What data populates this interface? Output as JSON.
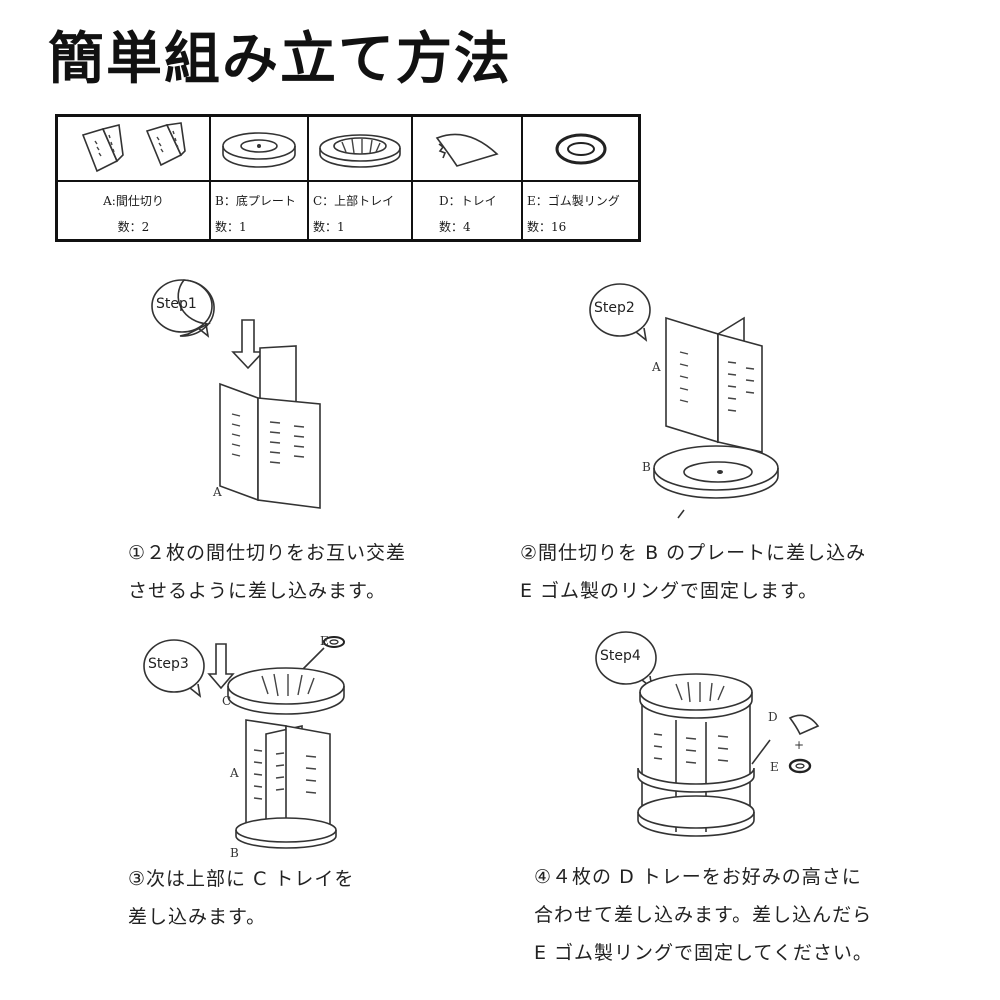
{
  "title": "簡単組み立て方法",
  "parts": [
    {
      "name": "A:間仕切り",
      "count": "数：2",
      "icon": "divider-panels-icon"
    },
    {
      "name": "B：底プレート",
      "count": "数：1",
      "icon": "base-plate-icon"
    },
    {
      "name": "C：上部トレイ",
      "count": "数：1",
      "icon": "upper-tray-icon"
    },
    {
      "name": "D：トレイ",
      "count": "数：4",
      "icon": "tray-segment-icon"
    },
    {
      "name": "E：ゴム製リング",
      "count": "数：16",
      "icon": "rubber-ring-icon"
    }
  ],
  "steps": [
    {
      "badge": "Step1",
      "lines": [
        "①２枚の間仕切りをお互い交差",
        "させるように差し込みます。"
      ],
      "labels": {
        "a": "A"
      }
    },
    {
      "badge": "Step2",
      "lines": [
        "②間仕切りを B のプレートに差し込み",
        "E ゴム製のリングで固定します。"
      ],
      "labels": {
        "a": "A",
        "b": "B"
      }
    },
    {
      "badge": "Step3",
      "lines": [
        "③次は上部に C トレイを",
        "差し込みます。"
      ],
      "labels": {
        "e": "E",
        "c": "C",
        "a": "A",
        "b": "B"
      }
    },
    {
      "badge": "Step4",
      "lines": [
        "④４枚の D トレーをお好みの高さに",
        "合わせて差し込みます。差し込んだら",
        "E ゴム製リングで固定してください。"
      ],
      "labels": {
        "d": "D",
        "plus": "+",
        "e": "E"
      }
    }
  ]
}
